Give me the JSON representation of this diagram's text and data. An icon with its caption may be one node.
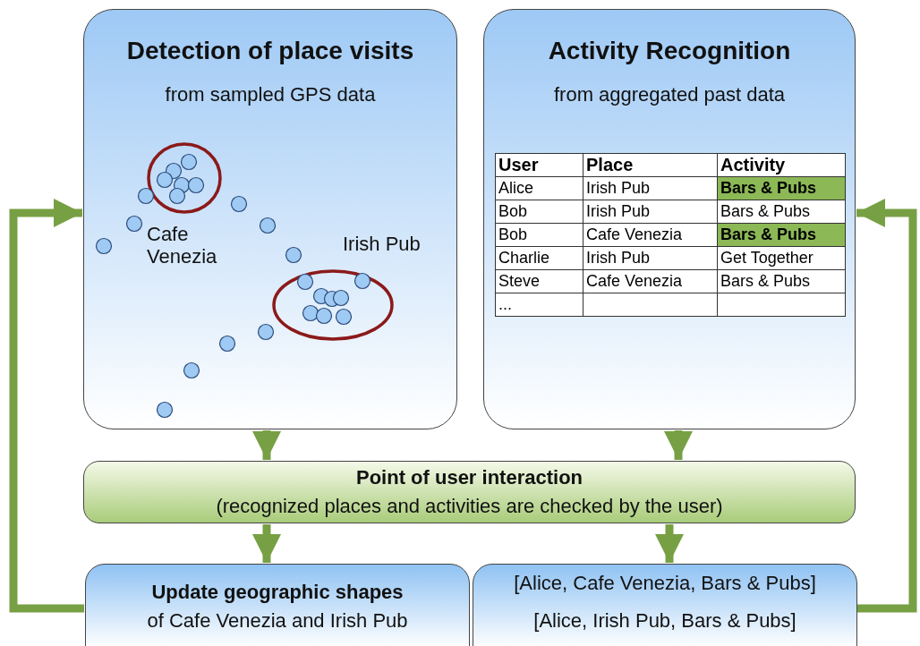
{
  "diagram": {
    "nodes": [
      {
        "text": [
          "Detection of place visits",
          "from sampled GPS data"
        ]
      },
      {
        "text": [
          "Activity Recognition",
          "from aggregated past data"
        ]
      },
      {
        "text": [
          "Point of user interaction",
          "(recognized places and activities are checked by the user)"
        ]
      },
      {
        "text": [
          "Update geographic shapes",
          "of Cafe Venezia and Irish Pub"
        ]
      },
      {
        "text": [
          "[Alice, Cafe Venezia, Bars & Pubs]",
          "[Alice, Irish Pub, Bars & Pubs]"
        ]
      }
    ],
    "edges": [
      {
        "from": 0,
        "to": 2,
        "arrow": "to"
      },
      {
        "from": 1,
        "to": 2,
        "arrow": "to"
      },
      {
        "from": 2,
        "to": 3,
        "arrow": "to"
      },
      {
        "from": 2,
        "to": 4,
        "arrow": "to"
      },
      {
        "from": 3,
        "to": 0,
        "arrow": "to"
      },
      {
        "from": 4,
        "to": 1,
        "arrow": "to"
      }
    ],
    "labels": [
      "Cafe Venezia",
      "Irish Pub",
      "User",
      "Place",
      "Activity",
      "Alice",
      "Irish Pub",
      "Bars & Pubs",
      "Bob",
      "Irish Pub",
      "Bars & Pubs",
      "Bob",
      "Cafe Venezia",
      "Bars & Pubs",
      "Charlie",
      "Irish Pub",
      "Get Together",
      "Steve",
      "Cafe Venezia",
      "Bars & Pubs",
      "..."
    ]
  }
}
